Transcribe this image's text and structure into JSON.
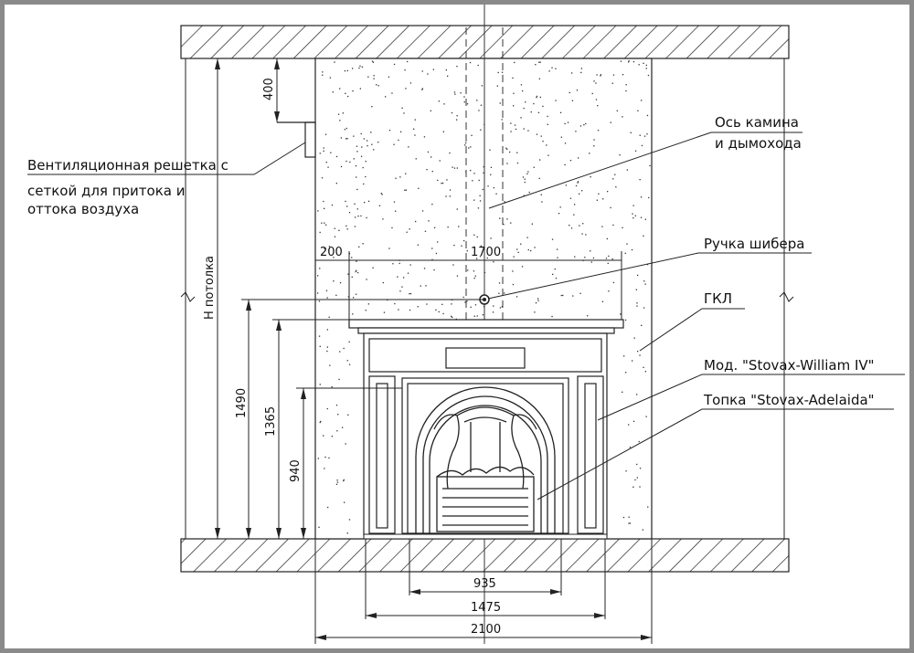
{
  "labels": {
    "vent_line1": "Вентиляционная решетка с",
    "vent_line2": "сеткой для притока и",
    "vent_line3": "оттока воздуха",
    "axis_line1": "Ось камина",
    "axis_line2": "и дымохода",
    "damper": "Ручка шибера",
    "gkl": "ГКЛ",
    "model": "Мод. \"Stovax-William IV\"",
    "firebox": "Топка \"Stovax-Adelaida\"",
    "ceiling_height": "H потолка"
  },
  "dimensions": {
    "d400": "400",
    "d200": "200",
    "d1700": "1700",
    "d1490": "1490",
    "d1365": "1365",
    "d940": "940",
    "d935": "935",
    "d1475": "1475",
    "d2100": "2100"
  }
}
